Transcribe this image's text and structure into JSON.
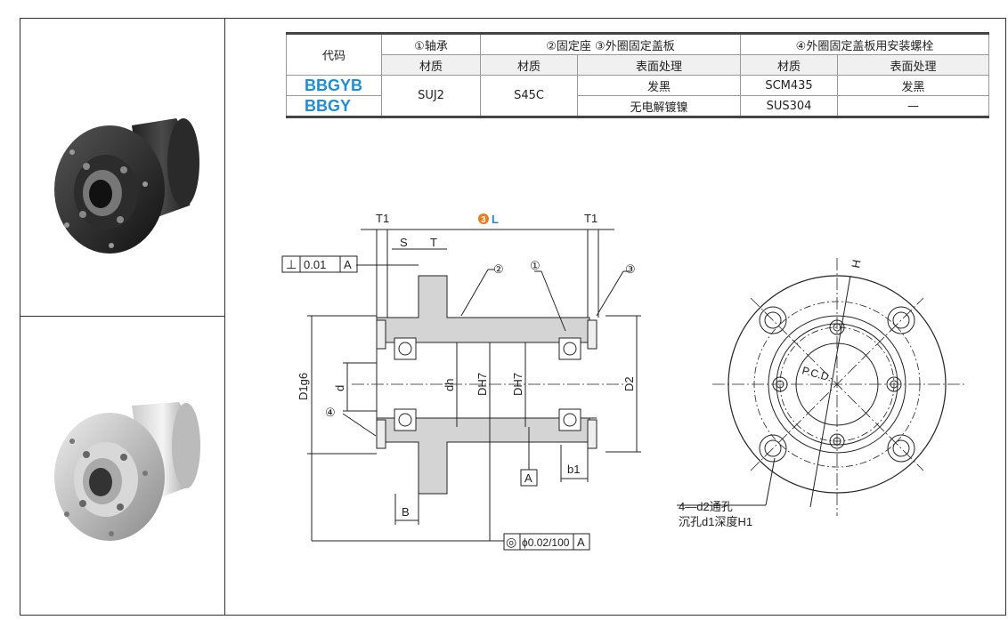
{
  "table": {
    "header_code": "代码",
    "group1": "①轴承",
    "group2": "②固定座 ③外圈固定盖板",
    "group3": "④外圈固定盖板用安装螺栓",
    "material": "材质",
    "surface": "表面处理",
    "rows": [
      {
        "code": "BBGYB",
        "m1": "SUJ2",
        "m2": "S45C",
        "s2": "发黑",
        "m3": "SCM435",
        "s3": "发黑"
      },
      {
        "code": "BBGY",
        "s2": "无电解镀镍",
        "m3": "SUS304",
        "s3": "—"
      }
    ]
  },
  "drawing": {
    "T1": "T1",
    "L_num": "3",
    "L": "L",
    "S": "S",
    "T": "T",
    "flat": "0.01",
    "datum": "A",
    "c1": "①",
    "c2": "②",
    "c3": "③",
    "c4": "④",
    "D1": "D1g6",
    "d": "d",
    "dh": "dh",
    "DH7": "DH7",
    "D2": "D2",
    "b1": "b1",
    "B": "B",
    "conc": "ϕ0.02/100",
    "H": "H",
    "pcd": "P.C.D.",
    "hole1": "4—d2通孔",
    "hole2": "沉孔d1深度H1"
  },
  "colors": {
    "code": "#1e8fd6",
    "accent": "#ee7a1a"
  }
}
